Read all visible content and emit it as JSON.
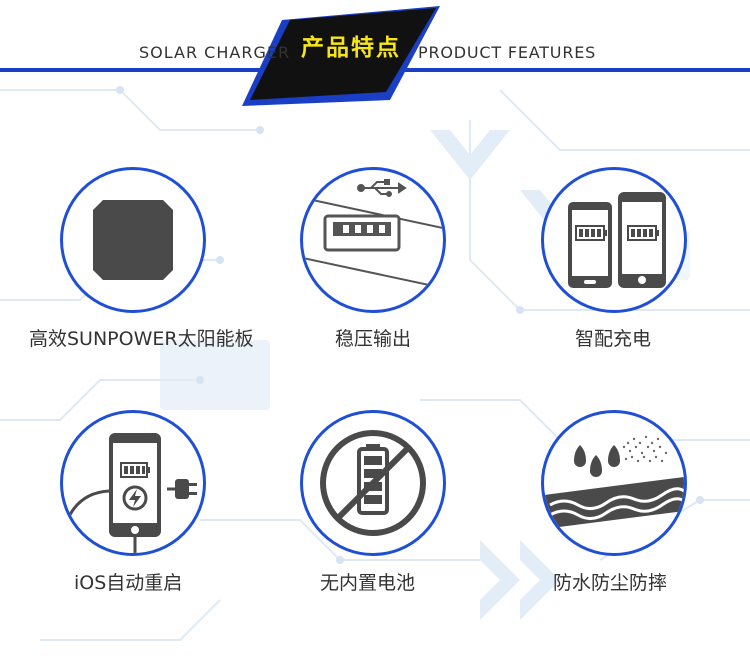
{
  "header": {
    "left_text": "SOLAR CHARGER",
    "title": "产品特点",
    "right_text": "PRODUCT FEATURES",
    "line_color": "#1b3fc4",
    "title_color": "#f5e61a"
  },
  "features": [
    {
      "label": "高效SUNPOWER太阳能板",
      "icon": "solar-panel-icon"
    },
    {
      "label": "稳压输出",
      "icon": "usb-port-icon"
    },
    {
      "label": "智配充电",
      "icon": "phones-icon"
    },
    {
      "label": "iOS自动重启",
      "icon": "phone-charging-icon"
    },
    {
      "label": "无内置电池",
      "icon": "no-battery-icon"
    },
    {
      "label": "防水防尘防摔",
      "icon": "waterproof-dustproof-icon"
    }
  ],
  "colors": {
    "circle_border": "#1f4fd6",
    "icon_dark": "#555555"
  }
}
